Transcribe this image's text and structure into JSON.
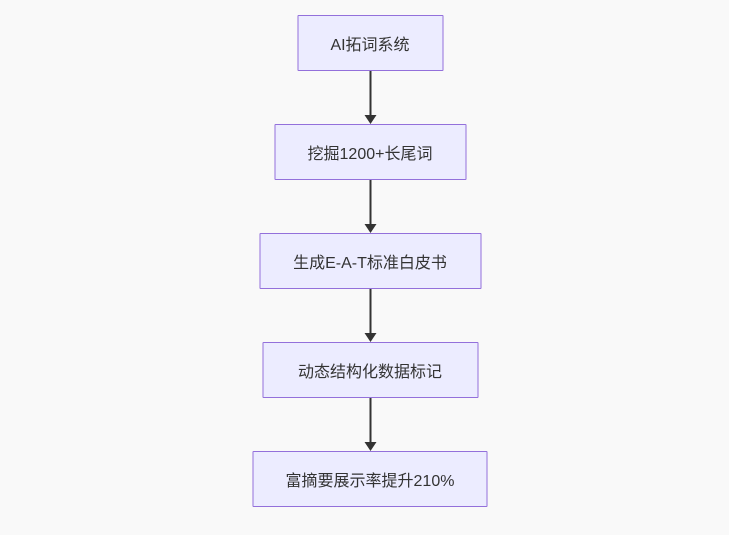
{
  "page": {
    "background_color": "#f9f9f9"
  },
  "flowchart": {
    "type": "flowchart",
    "direction": "top-to-bottom",
    "style": {
      "node_fill": "#ECECFF",
      "node_border": "#9370DB",
      "edge_color": "#333333",
      "text_color": "#333333"
    },
    "nodes": [
      {
        "label": "AI拓词系统"
      },
      {
        "label": "挖掘1200+长尾词"
      },
      {
        "label": "生成E-A-T标准白皮书"
      },
      {
        "label": "动态结构化数据标记"
      },
      {
        "label": "富摘要展示率提升210%"
      }
    ],
    "edges": [
      {
        "from": 0,
        "to": 1
      },
      {
        "from": 1,
        "to": 2
      },
      {
        "from": 2,
        "to": 3
      },
      {
        "from": 3,
        "to": 4
      }
    ]
  }
}
